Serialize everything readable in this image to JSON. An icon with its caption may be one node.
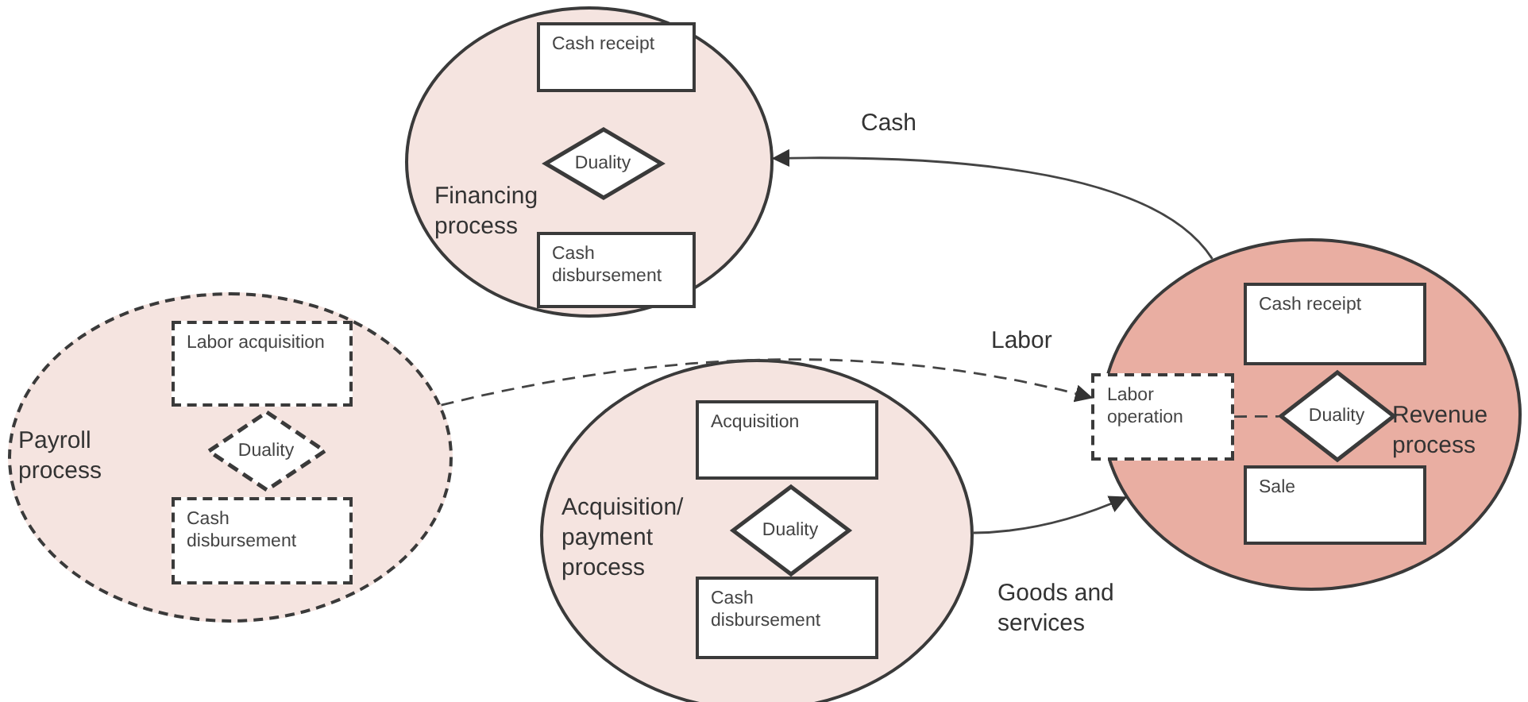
{
  "diagram": {
    "nodes": [
      {
        "text": [
          "Financing process"
        ]
      },
      {
        "text": [
          "Cash receipt"
        ],
        "in": 0
      },
      {
        "text": [
          "Duality"
        ],
        "in": 0
      },
      {
        "text": [
          "Cash disbursement"
        ],
        "in": 0
      },
      {
        "text": [
          "Payroll process"
        ]
      },
      {
        "text": [
          "Labor acquisition"
        ],
        "in": 4
      },
      {
        "text": [
          "Duality"
        ],
        "in": 4
      },
      {
        "text": [
          "Cash disbursement"
        ],
        "in": 4
      },
      {
        "text": [
          "Acquisition/ payment process"
        ]
      },
      {
        "text": [
          "Acquisition"
        ],
        "in": 8
      },
      {
        "text": [
          "Duality"
        ],
        "in": 8
      },
      {
        "text": [
          "Cash disbursement"
        ],
        "in": 8
      },
      {
        "text": [
          "Labor operation"
        ]
      },
      {
        "text": [
          "Revenue process"
        ]
      },
      {
        "text": [
          "Cash receipt"
        ],
        "in": 13
      },
      {
        "text": [
          "Duality"
        ],
        "in": 13
      },
      {
        "text": [
          "Sale"
        ],
        "in": 13
      }
    ],
    "edges": [
      {
        "from": 13,
        "to": 0,
        "arrow": "to",
        "label": "Cash"
      },
      {
        "from": 4,
        "to": 12,
        "arrow": "to",
        "label": "Labor",
        "style": "dashed"
      },
      {
        "from": 8,
        "to": 13,
        "arrow": "to",
        "label": "Goods and services"
      },
      {
        "from": 12,
        "to": 15,
        "arrow": "none",
        "style": "dashed"
      }
    ]
  }
}
